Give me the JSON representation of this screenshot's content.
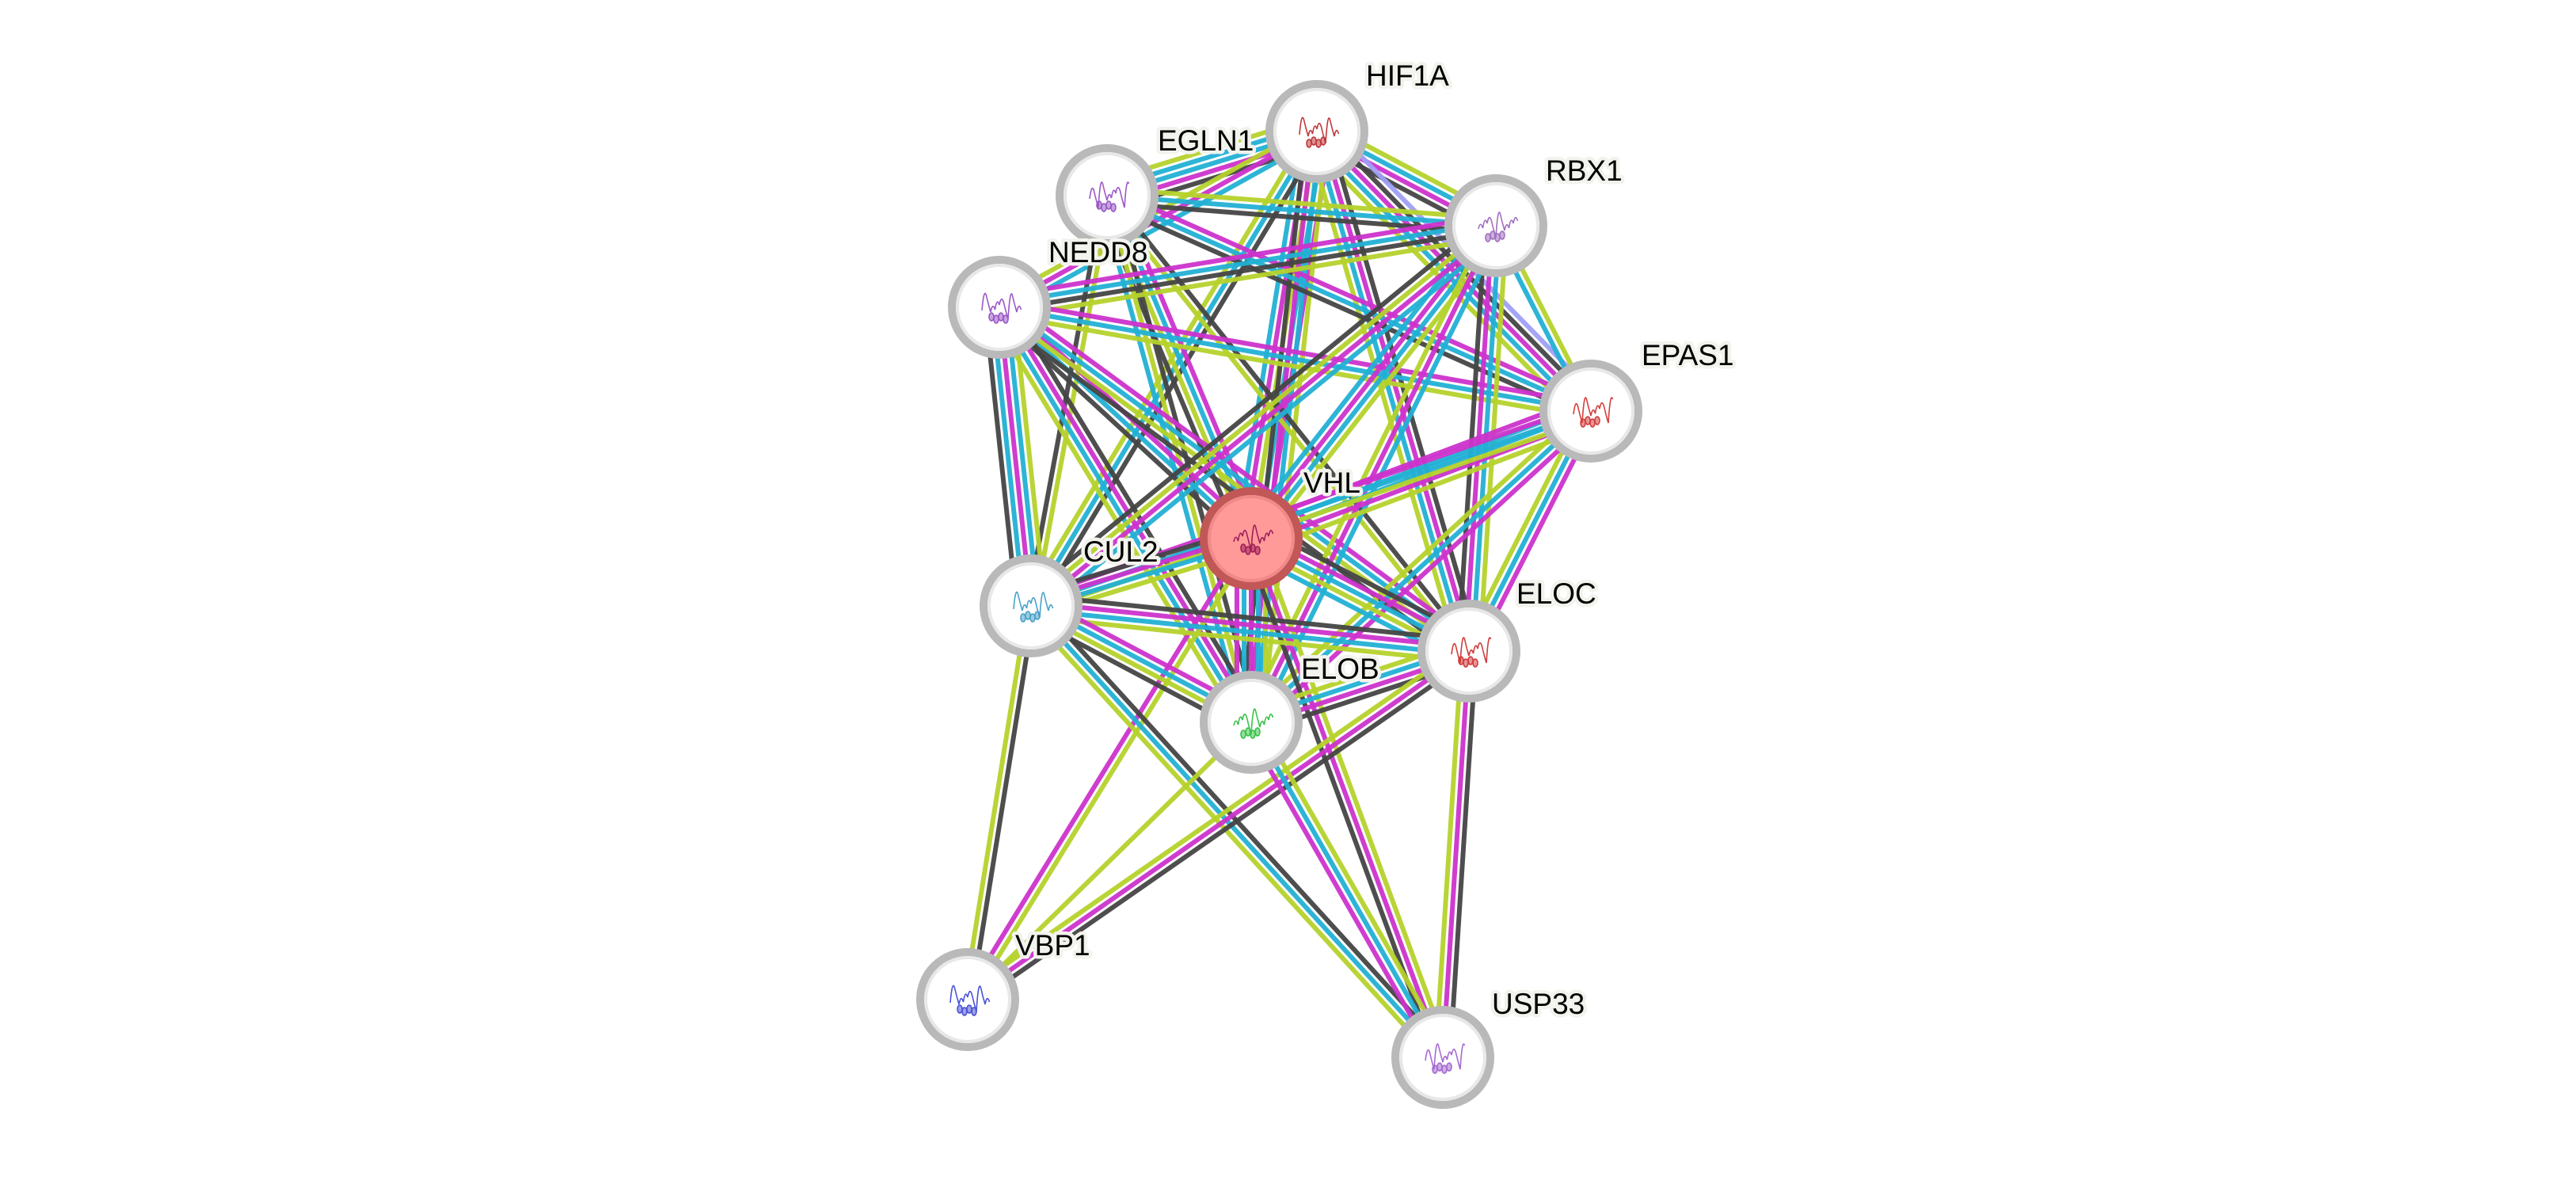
{
  "title": "VHL protein interaction network",
  "colors": {
    "curated": "#22b0d4",
    "experimental": "#cc33cc",
    "textmining": "#b5d22b",
    "coexpression": "#444444",
    "homology": "#9f9ff5",
    "query_fill": "#ff9a99",
    "query_border": "#c15757",
    "node_border": "#b9b9b9"
  },
  "nodes": [
    {
      "id": "HIF1A",
      "label": "HIF1A",
      "query": false,
      "structure_color": "#c0393b",
      "icon": "protein-structure-icon"
    },
    {
      "id": "EGLN1",
      "label": "EGLN1",
      "query": false,
      "structure_color": "#9b59c6",
      "icon": "protein-structure-icon"
    },
    {
      "id": "RBX1",
      "label": "RBX1",
      "query": false,
      "structure_color": "#a070c0",
      "icon": "protein-structure-icon"
    },
    {
      "id": "NEDD8",
      "label": "NEDD8",
      "query": false,
      "structure_color": "#9b59c6",
      "icon": "protein-structure-icon"
    },
    {
      "id": "EPAS1",
      "label": "EPAS1",
      "query": false,
      "structure_color": "#d23f3f",
      "icon": "protein-structure-icon"
    },
    {
      "id": "VHL",
      "label": "VHL",
      "query": true,
      "structure_color": "#a0205a",
      "icon": "protein-structure-icon"
    },
    {
      "id": "CUL2",
      "label": "CUL2",
      "query": false,
      "structure_color": "#4aa3c8",
      "icon": "protein-structure-icon"
    },
    {
      "id": "ELOC",
      "label": "ELOC",
      "query": false,
      "structure_color": "#d03c3c",
      "icon": "protein-structure-icon"
    },
    {
      "id": "ELOB",
      "label": "ELOB",
      "query": false,
      "structure_color": "#3cc24a",
      "icon": "protein-structure-icon"
    },
    {
      "id": "VBP1",
      "label": "VBP1",
      "query": false,
      "structure_color": "#4a52d6",
      "icon": "protein-structure-icon"
    },
    {
      "id": "USP33",
      "label": "USP33",
      "query": false,
      "structure_color": "#a66bd0",
      "icon": "protein-structure-icon"
    }
  ],
  "edges": [
    {
      "a": "HIF1A",
      "b": "EGLN1",
      "evidence": [
        "coexpression",
        "experimental",
        "curated",
        "curated",
        "textmining"
      ]
    },
    {
      "a": "HIF1A",
      "b": "RBX1",
      "evidence": [
        "textmining",
        "curated",
        "experimental",
        "coexpression"
      ]
    },
    {
      "a": "HIF1A",
      "b": "NEDD8",
      "evidence": [
        "curated",
        "experimental",
        "textmining"
      ]
    },
    {
      "a": "HIF1A",
      "b": "EPAS1",
      "evidence": [
        "homology",
        "coexpression",
        "experimental",
        "curated",
        "textmining"
      ]
    },
    {
      "a": "HIF1A",
      "b": "VHL",
      "evidence": [
        "experimental",
        "curated",
        "textmining",
        "experimental",
        "curated"
      ]
    },
    {
      "a": "HIF1A",
      "b": "CUL2",
      "evidence": [
        "coexpression",
        "curated",
        "textmining"
      ]
    },
    {
      "a": "HIF1A",
      "b": "ELOC",
      "evidence": [
        "coexpression",
        "experimental",
        "curated",
        "textmining"
      ]
    },
    {
      "a": "HIF1A",
      "b": "ELOB",
      "evidence": [
        "textmining",
        "curated",
        "experimental",
        "coexpression"
      ]
    },
    {
      "a": "EGLN1",
      "b": "RBX1",
      "evidence": [
        "textmining",
        "curated",
        "coexpression"
      ]
    },
    {
      "a": "EGLN1",
      "b": "EPAS1",
      "evidence": [
        "experimental",
        "curated",
        "coexpression"
      ]
    },
    {
      "a": "EGLN1",
      "b": "VHL",
      "evidence": [
        "experimental",
        "curated",
        "textmining",
        "coexpression"
      ]
    },
    {
      "a": "EGLN1",
      "b": "CUL2",
      "evidence": [
        "textmining",
        "coexpression"
      ]
    },
    {
      "a": "EGLN1",
      "b": "ELOC",
      "evidence": [
        "coexpression",
        "textmining"
      ]
    },
    {
      "a": "EGLN1",
      "b": "ELOB",
      "evidence": [
        "coexpression",
        "textmining",
        "curated"
      ]
    },
    {
      "a": "NEDD8",
      "b": "RBX1",
      "evidence": [
        "experimental",
        "curated",
        "coexpression",
        "textmining"
      ]
    },
    {
      "a": "NEDD8",
      "b": "EPAS1",
      "evidence": [
        "experimental",
        "curated",
        "textmining"
      ]
    },
    {
      "a": "NEDD8",
      "b": "VHL",
      "evidence": [
        "experimental",
        "curated",
        "coexpression"
      ]
    },
    {
      "a": "NEDD8",
      "b": "CUL2",
      "evidence": [
        "textmining",
        "curated",
        "experimental",
        "curated",
        "coexpression"
      ]
    },
    {
      "a": "NEDD8",
      "b": "ELOC",
      "evidence": [
        "experimental",
        "curated",
        "textmining",
        "coexpression"
      ]
    },
    {
      "a": "NEDD8",
      "b": "ELOB",
      "evidence": [
        "coexpression",
        "experimental",
        "curated",
        "textmining"
      ]
    },
    {
      "a": "RBX1",
      "b": "EPAS1",
      "evidence": [
        "textmining",
        "curated"
      ]
    },
    {
      "a": "RBX1",
      "b": "VHL",
      "evidence": [
        "textmining",
        "curated",
        "experimental",
        "curated"
      ]
    },
    {
      "a": "RBX1",
      "b": "CUL2",
      "evidence": [
        "curated",
        "experimental",
        "textmining",
        "coexpression"
      ]
    },
    {
      "a": "RBX1",
      "b": "ELOC",
      "evidence": [
        "textmining",
        "curated",
        "experimental",
        "coexpression"
      ]
    },
    {
      "a": "RBX1",
      "b": "ELOB",
      "evidence": [
        "curated",
        "experimental",
        "textmining"
      ]
    },
    {
      "a": "EPAS1",
      "b": "VHL",
      "evidence": [
        "textmining",
        "experimental",
        "curated",
        "curated",
        "experimental"
      ]
    },
    {
      "a": "EPAS1",
      "b": "CUL2",
      "evidence": [
        "textmining",
        "curated",
        "experimental"
      ]
    },
    {
      "a": "EPAS1",
      "b": "ELOC",
      "evidence": [
        "experimental",
        "curated",
        "textmining"
      ]
    },
    {
      "a": "EPAS1",
      "b": "ELOB",
      "evidence": [
        "experimental",
        "curated",
        "textmining"
      ]
    },
    {
      "a": "VHL",
      "b": "CUL2",
      "evidence": [
        "textmining",
        "curated",
        "experimental",
        "coexpression"
      ]
    },
    {
      "a": "VHL",
      "b": "ELOC",
      "evidence": [
        "coexpression",
        "experimental",
        "curated",
        "textmining",
        "curated"
      ]
    },
    {
      "a": "VHL",
      "b": "ELOB",
      "evidence": [
        "textmining",
        "curated",
        "experimental",
        "curated",
        "experimental"
      ]
    },
    {
      "a": "VHL",
      "b": "VBP1",
      "evidence": [
        "textmining",
        "experimental"
      ]
    },
    {
      "a": "VHL",
      "b": "USP33",
      "evidence": [
        "textmining",
        "experimental",
        "coexpression"
      ]
    },
    {
      "a": "CUL2",
      "b": "ELOC",
      "evidence": [
        "coexpression",
        "experimental",
        "curated",
        "textmining"
      ]
    },
    {
      "a": "CUL2",
      "b": "ELOB",
      "evidence": [
        "experimental",
        "curated",
        "textmining",
        "coexpression"
      ]
    },
    {
      "a": "CUL2",
      "b": "VBP1",
      "evidence": [
        "coexpression",
        "textmining"
      ]
    },
    {
      "a": "CUL2",
      "b": "USP33",
      "evidence": [
        "coexpression",
        "curated",
        "textmining"
      ]
    },
    {
      "a": "ELOC",
      "b": "ELOB",
      "evidence": [
        "coexpression",
        "experimental",
        "curated",
        "textmining"
      ]
    },
    {
      "a": "ELOC",
      "b": "VBP1",
      "evidence": [
        "coexpression",
        "experimental",
        "textmining"
      ]
    },
    {
      "a": "ELOC",
      "b": "USP33",
      "evidence": [
        "coexpression",
        "experimental",
        "textmining"
      ]
    },
    {
      "a": "ELOB",
      "b": "VBP1",
      "evidence": [
        "textmining"
      ]
    },
    {
      "a": "ELOB",
      "b": "USP33",
      "evidence": [
        "textmining",
        "curated",
        "experimental"
      ]
    }
  ]
}
